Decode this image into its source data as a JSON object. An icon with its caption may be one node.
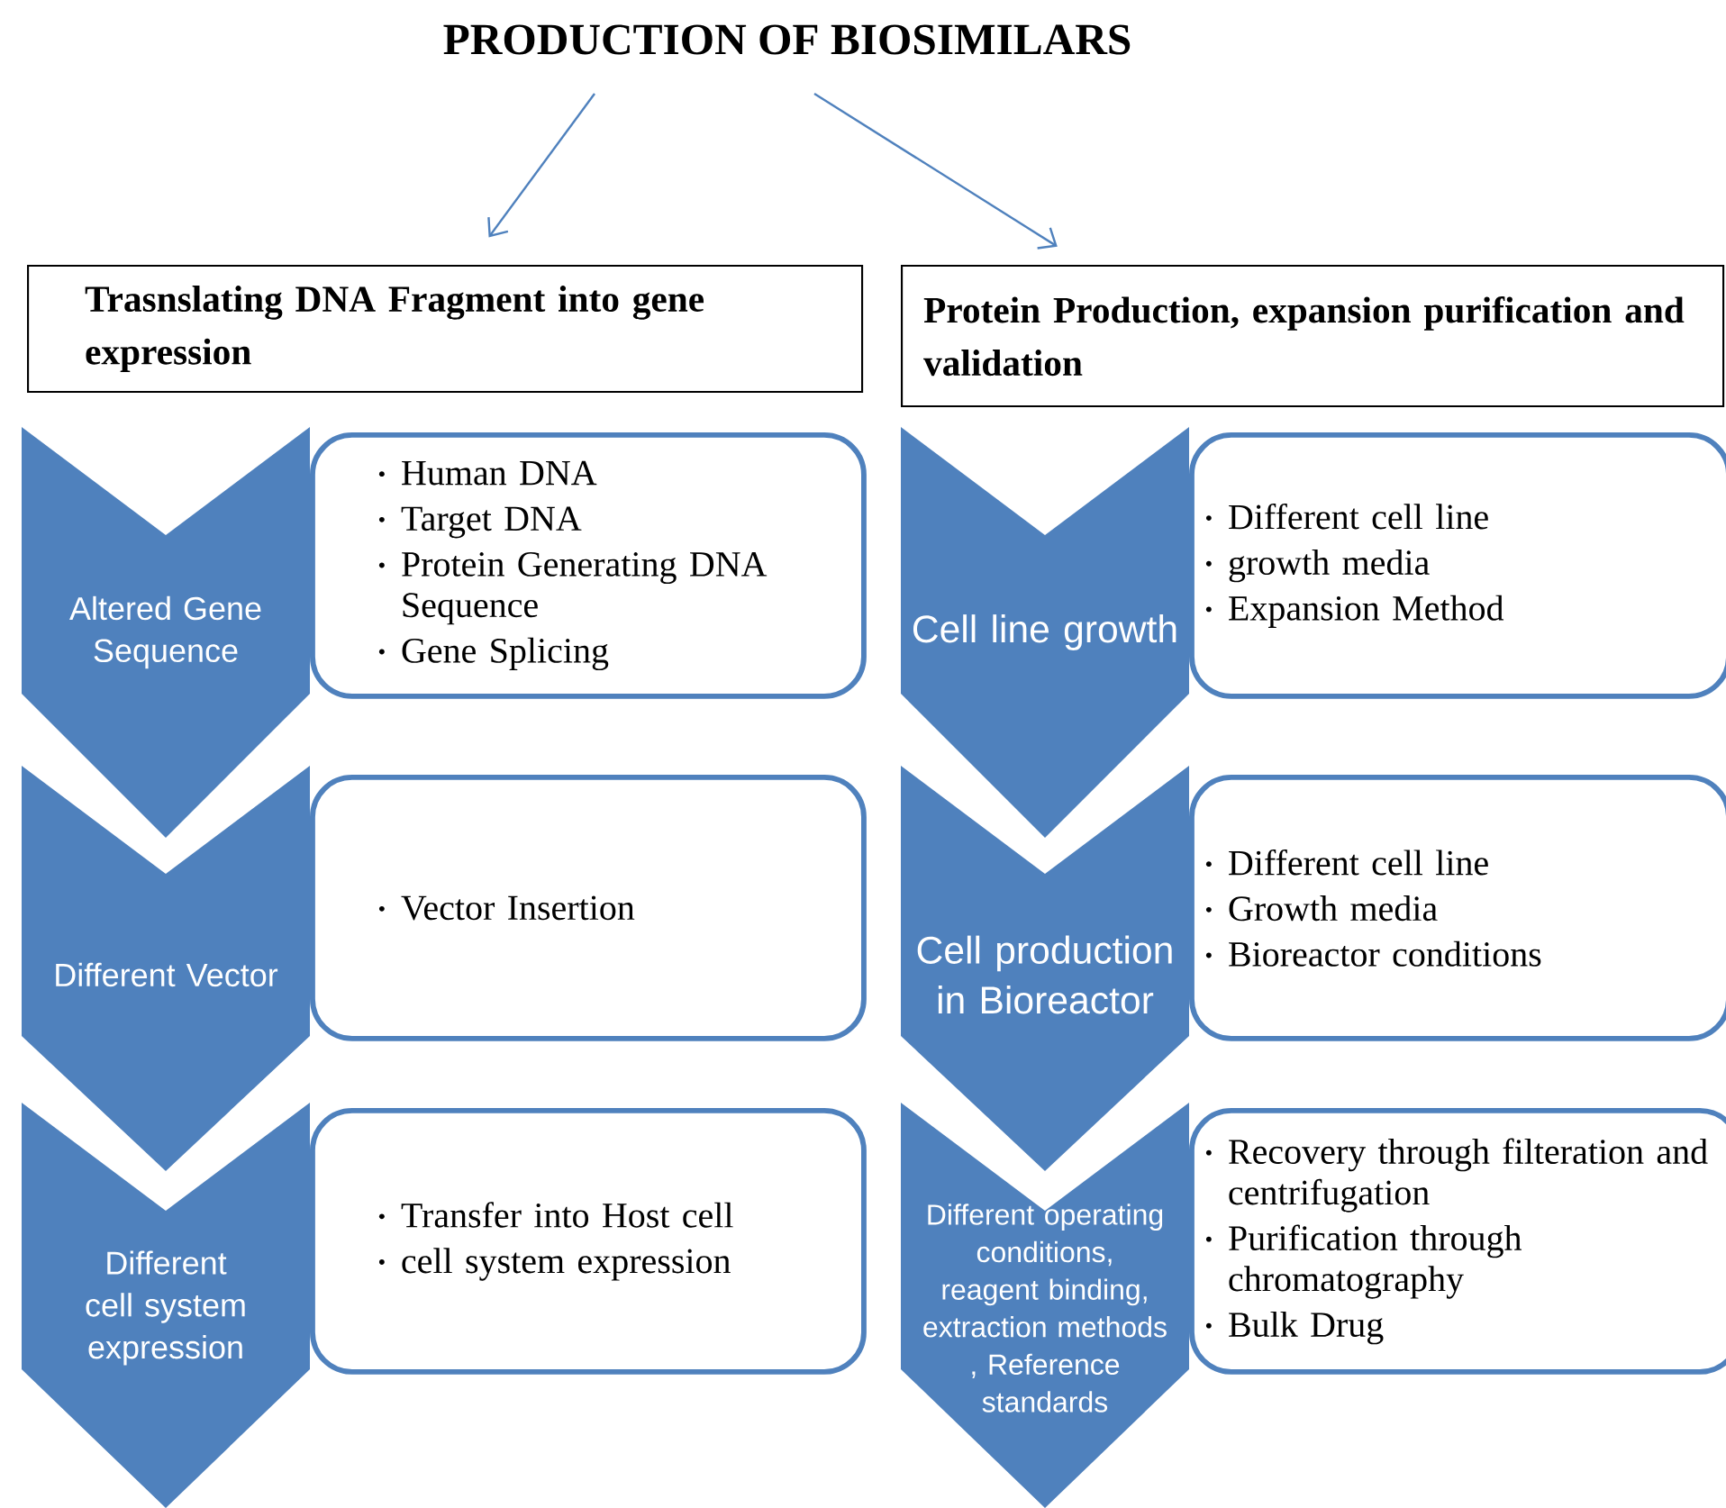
{
  "diagram": {
    "title": "PRODUCTION OF BIOSIMILARS",
    "nodes": [
      {
        "text": [
          "Trasnslating DNA Fragment into gene expression"
        ]
      },
      {
        "text": [
          "Protein Production, expansion purification and validation"
        ]
      },
      {
        "text": [
          "Altered Gene Sequence"
        ]
      },
      {
        "text": [
          "Human DNA",
          "Target DNA",
          "Protein Generating DNA Sequence",
          "Gene Splicing"
        ]
      },
      {
        "text": [
          "Different Vector"
        ]
      },
      {
        "text": [
          "Vector Insertion"
        ]
      },
      {
        "text": [
          "Different cell system expression"
        ]
      },
      {
        "text": [
          "Transfer into Host cell",
          "cell system expression"
        ]
      },
      {
        "text": [
          "Cell line growth"
        ]
      },
      {
        "text": [
          "Different cell line",
          "growth media",
          "Expansion Method"
        ]
      },
      {
        "text": [
          "Cell production in Bioreactor"
        ]
      },
      {
        "text": [
          "Different cell line",
          "Growth media",
          "Bioreactor conditions"
        ]
      },
      {
        "text": [
          "Different operating conditions, reagent binding,  extraction methods , Reference standards"
        ]
      },
      {
        "text": [
          "Recovery through filteration and centrifugation",
          "Purification through chromatography",
          "Bulk Drug"
        ]
      }
    ],
    "edges": [
      {
        "from": null,
        "to": 0,
        "arrow": "to"
      },
      {
        "from": null,
        "to": 1,
        "arrow": "to"
      }
    ]
  }
}
